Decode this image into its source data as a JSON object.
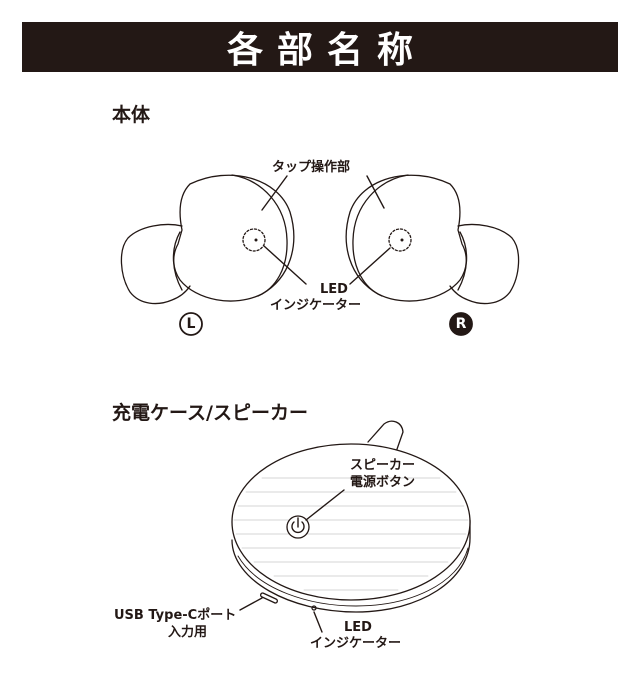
{
  "header": {
    "title": "各部名称"
  },
  "sections": {
    "body": {
      "title": "本体",
      "labels": {
        "tap_area": "タップ操作部",
        "led_line1": "LED",
        "led_line2": "インジケーター",
        "left_mark": "L",
        "right_mark": "R"
      }
    },
    "case": {
      "title": "充電ケース/スピーカー",
      "labels": {
        "power_line1": "スピーカー",
        "power_line2": "電源ボタン",
        "usb_line1": "USB Type-Cポート",
        "usb_line2": "入力用",
        "led_line1": "LED",
        "led_line2": "インジケーター"
      }
    }
  }
}
